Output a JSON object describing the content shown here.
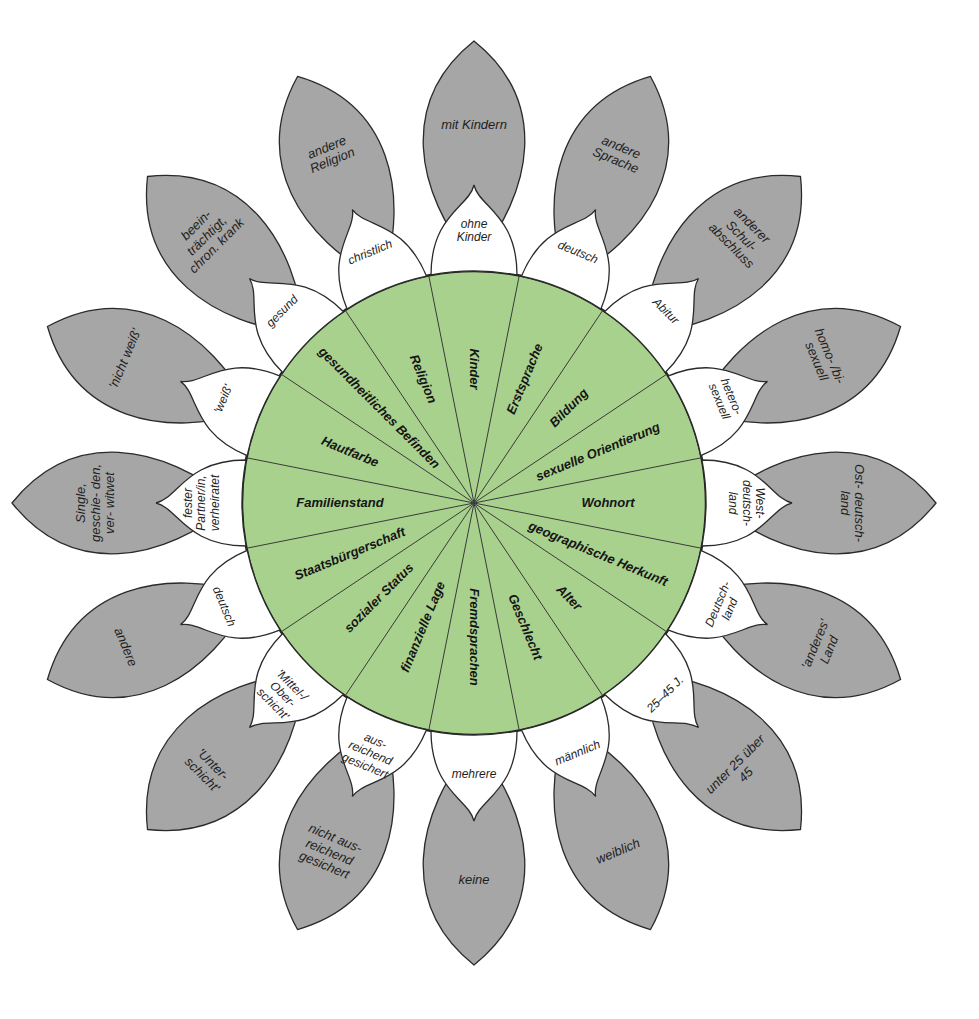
{
  "diagram": {
    "nodes": [
      {
        "text": [
          "Kinder"
        ]
      },
      {
        "text": [
          "ohne Kinder"
        ]
      },
      {
        "text": [
          "mit Kindern"
        ]
      },
      {
        "text": [
          "Erstsprache"
        ]
      },
      {
        "text": [
          "deutsch"
        ]
      },
      {
        "text": [
          "andere Sprache"
        ]
      },
      {
        "text": [
          "Bildung"
        ]
      },
      {
        "text": [
          "Abitur"
        ]
      },
      {
        "text": [
          "anderer Schul- abschluss"
        ]
      },
      {
        "text": [
          "sexuelle Orientierung"
        ]
      },
      {
        "text": [
          "hetero- sexuell"
        ]
      },
      {
        "text": [
          "homo- /bi- sexuell"
        ]
      },
      {
        "text": [
          "Wohnort"
        ]
      },
      {
        "text": [
          "West- deutsch- land"
        ]
      },
      {
        "text": [
          "Ost- deutsch- land"
        ]
      },
      {
        "text": [
          "geographische Herkunft"
        ]
      },
      {
        "text": [
          "Deutsch- land"
        ]
      },
      {
        "text": [
          "'anderes' Land"
        ]
      },
      {
        "text": [
          "Alter"
        ]
      },
      {
        "text": [
          "25–45 J."
        ]
      },
      {
        "text": [
          "unter 25 über 45"
        ]
      },
      {
        "text": [
          "Geschlecht"
        ]
      },
      {
        "text": [
          "männlich"
        ]
      },
      {
        "text": [
          "weiblich"
        ]
      },
      {
        "text": [
          "Fremdsprachen"
        ]
      },
      {
        "text": [
          "mehrere"
        ]
      },
      {
        "text": [
          "keine"
        ]
      },
      {
        "text": [
          "finanzielle Lage"
        ]
      },
      {
        "text": [
          "aus- reichend gesichert"
        ]
      },
      {
        "text": [
          "nicht aus- reichend gesichert"
        ]
      },
      {
        "text": [
          "sozialer Status"
        ]
      },
      {
        "text": [
          "'Mittel-/ Ober- schicht'"
        ]
      },
      {
        "text": [
          "'Unter- schicht'"
        ]
      },
      {
        "text": [
          "Staatsbürgerschaft"
        ]
      },
      {
        "text": [
          "deutsch"
        ]
      },
      {
        "text": [
          "andere"
        ]
      },
      {
        "text": [
          "Familienstand"
        ]
      },
      {
        "text": [
          "fester Partner/in, verheiratet"
        ]
      },
      {
        "text": [
          "Single, geschie- den, ver- witwet"
        ]
      },
      {
        "text": [
          "Hautfarbe"
        ]
      },
      {
        "text": [
          "'weiß'"
        ]
      },
      {
        "text": [
          "'nicht weiß'"
        ]
      },
      {
        "text": [
          "gesundheitliches Befinden"
        ]
      },
      {
        "text": [
          "gesund"
        ]
      },
      {
        "text": [
          "beein- trächtigt, chron. krank"
        ]
      },
      {
        "text": [
          "Religion"
        ]
      },
      {
        "text": [
          "christlich"
        ]
      },
      {
        "text": [
          "andere Religion"
        ]
      }
    ]
  }
}
